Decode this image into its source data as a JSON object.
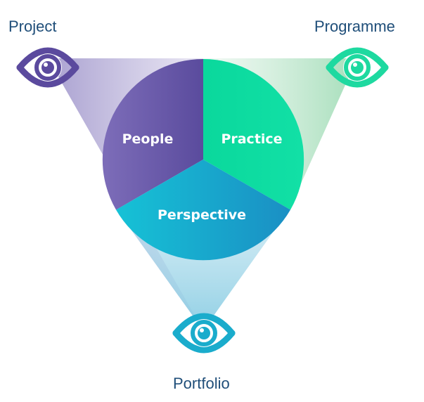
{
  "corners": {
    "top_left": {
      "label": "Project",
      "icon": "eye-icon",
      "color": "#5b4a9e"
    },
    "top_right": {
      "label": "Programme",
      "icon": "eye-icon",
      "color": "#1ed9a0"
    },
    "bottom": {
      "label": "Portfolio",
      "icon": "eye-icon",
      "color": "#1aaccc"
    }
  },
  "segments": {
    "people": {
      "label": "People",
      "color": "#6655a5"
    },
    "practice": {
      "label": "Practice",
      "color": "#0fd89a"
    },
    "perspective": {
      "label": "Perspective",
      "color": "#17a9cb"
    }
  }
}
